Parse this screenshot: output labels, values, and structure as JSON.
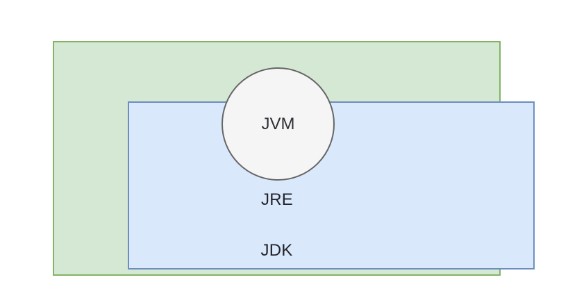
{
  "diagram": {
    "title_visible": false,
    "background_color": "#ffffff",
    "shapes": {
      "jdk": {
        "label": "JDK",
        "shape": "rectangle",
        "fill": "#d5e8d4",
        "stroke": "#82b366",
        "role": "outer-container"
      },
      "jre": {
        "label": "JRE",
        "shape": "rectangle",
        "fill": "#dae8fc",
        "stroke": "#6c8ebf",
        "role": "middle-container"
      },
      "jvm": {
        "label": "JVM",
        "shape": "circle",
        "fill": "#f5f5f5",
        "stroke": "#666666",
        "role": "inner-container"
      }
    },
    "text_color": "#23242a"
  }
}
